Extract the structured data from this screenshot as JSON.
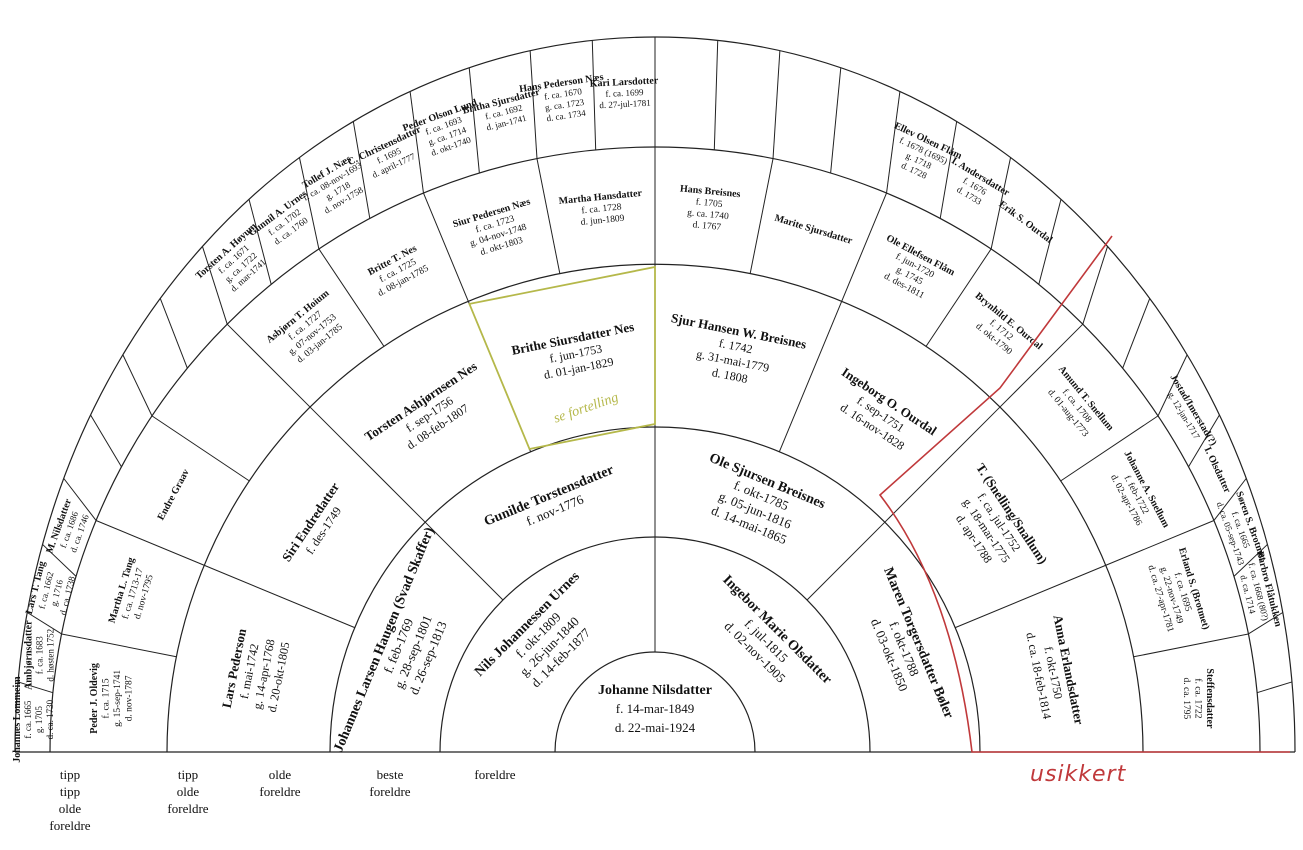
{
  "root": {
    "name": "Johanne Nilsdatter",
    "lines": [
      "f. 14-mar-1849",
      "d. 22-mai-1924"
    ]
  },
  "ring1": [
    {
      "name": "Nils Johannessen Urnes",
      "lines": [
        "f. okt-1809",
        "g. 26-jun-1840",
        "d. 14-feb-1877"
      ]
    },
    {
      "name": "Ingebor Marie Olsdatter",
      "lines": [
        "f. jul-1815",
        "d. 02-nov-1905"
      ]
    }
  ],
  "ring2": [
    {
      "name": "Johannes Larsen Haugen (Svad Skaffer)",
      "lines": [
        "f. feb-1769",
        "g. 28-sep-1801",
        "d. 26-sep-1813"
      ]
    },
    {
      "name": "Gunilde Torstensdatter",
      "lines": [
        "f. nov-1776"
      ]
    },
    {
      "name": "Ole Sjursen Breisnes",
      "lines": [
        "f. okt-1785",
        "g. 05-jun-1816",
        "d. 14-mai-1865"
      ]
    },
    {
      "name": "Maren Torgersdatter Bøler",
      "lines": [
        "f. okt-1788",
        "d. 03-okt-1850"
      ]
    }
  ],
  "ring3": [
    {
      "name": "Lars Pederson",
      "lines": [
        "f. mai-1742",
        "g. 14-apr-1768",
        "d. 20-okt-1805"
      ]
    },
    {
      "name": "Siri Endredatter",
      "lines": [
        "f. des-1749"
      ]
    },
    {
      "name": "Torsten Ashjørnsen Nes",
      "lines": [
        "f. sep-1756",
        "d. 08-feb-1807"
      ]
    },
    {
      "name": "Brithe Siursdatter Nes",
      "lines": [
        "f. jun-1753",
        "d. 01-jan-1829"
      ]
    },
    {
      "name": "Sjur Hansen W. Breisnes",
      "lines": [
        "f. 1742",
        "g. 31-mai-1779",
        "d. 1808"
      ]
    },
    {
      "name": "Ingeborg O. Ourdal",
      "lines": [
        "f. sep-1751",
        "d. 16-nov-1828"
      ]
    },
    {
      "name": "T. (Snelling/Snallum)",
      "lines": [
        "f. ca. jul-1752",
        "g. 18-mar-1775",
        "d. apr-1788"
      ]
    },
    {
      "name": "Anna Erlandsdatter",
      "lines": [
        "f. okt-1750",
        "d. ca. 18-feb-1814"
      ]
    }
  ],
  "ring4": [
    {
      "name": "Peder J. Oldevig",
      "lines": [
        "f. ca. 1715",
        "g. 15-sep-1741",
        "d. nov-1787"
      ]
    },
    {
      "name": "Martha L. Tang",
      "lines": [
        "f. ca. 1713-17",
        "d. nov-1795"
      ]
    },
    {
      "name": "Endre Graav",
      "lines": []
    },
    {
      "name": "",
      "lines": []
    },
    {
      "name": "Asbjørn T. Hoium",
      "lines": [
        "f. ca. 1727",
        "g. 07-nov-1753",
        "d. 03-jan-1785"
      ]
    },
    {
      "name": "Britte T. Nes",
      "lines": [
        "f. ca. 1725",
        "d. 08-jan-1785"
      ]
    },
    {
      "name": "Siur Pedersen Næs",
      "lines": [
        "f. ca. 1723",
        "g. 04-nov-1748",
        "d. okt-1803"
      ]
    },
    {
      "name": "Martha Hansdatter",
      "lines": [
        "f. ca. 1728",
        "d. jun-1809"
      ]
    },
    {
      "name": "Hans Breisnes",
      "lines": [
        "f. 1705",
        "g. ca. 1740",
        "d. 1767"
      ]
    },
    {
      "name": "Marite Sjursdatter",
      "lines": []
    },
    {
      "name": "Ole Ellefsen Flåm",
      "lines": [
        "f. jun-1720",
        "g. 1745",
        "d. des-1811"
      ]
    },
    {
      "name": "Brynhild E. Ourdal",
      "lines": [
        "f. 1712",
        "d. okt-1790"
      ]
    },
    {
      "name": "Amund T. Snellum",
      "lines": [
        "f. ca. 1708",
        "d. 01-aug-1773"
      ]
    },
    {
      "name": "Johanne A. Snellum",
      "lines": [
        "f. feb-1722",
        "d. 02-apr-1786"
      ]
    },
    {
      "name": "Erland S. (Brotmet)",
      "lines": [
        "f. ca. 1695",
        "g. 22-nov-1749",
        "d. ca. 27-apr-1781"
      ]
    },
    {
      "name": "Steffensdatter",
      "lines": [
        "f. ca. 1722",
        "d. ca. 1795"
      ]
    }
  ],
  "ring5": [
    {
      "name": "Johannes Lommeim",
      "lines": [
        "f. ca. 1665",
        "g. 1705",
        "d. ca. 1730"
      ]
    },
    {
      "name": "Ambjørnsdatter",
      "lines": [
        "f. ca. 1683",
        "d. høsten 1752"
      ]
    },
    {
      "name": "Lars T. Tang",
      "lines": [
        "f. ca. 1662",
        "g. 1716",
        "d. ca. 1738"
      ]
    },
    {
      "name": "M. Nilsdatter",
      "lines": [
        "f. ca. 1686",
        "d. ca. 1746"
      ]
    },
    {
      "name": "",
      "lines": []
    },
    {
      "name": "",
      "lines": []
    },
    {
      "name": "",
      "lines": []
    },
    {
      "name": "",
      "lines": []
    },
    {
      "name": "Torsten A. Høyum",
      "lines": [
        "f. ca. 1671",
        "g. ca. 1722",
        "d. mar-1741"
      ]
    },
    {
      "name": "Gunnil A. Urnes",
      "lines": [
        "f. ca. 1702",
        "d. ca. 1760"
      ]
    },
    {
      "name": "Tollef J. Næs",
      "lines": [
        "f. ca. 08-nov-1693",
        "g. 1718",
        "d. nov-1758"
      ]
    },
    {
      "name": "C. Christensdatter",
      "lines": [
        "f. 1695",
        "d. april-1777"
      ]
    },
    {
      "name": "Peder Olson Lund",
      "lines": [
        "f. ca. 1693",
        "g. ca. 1714",
        "d. okt-1740"
      ]
    },
    {
      "name": "Britha Sjursdatter",
      "lines": [
        "f. ca. 1692",
        "d. jan-1741"
      ]
    },
    {
      "name": "Hans Pederson Næs",
      "lines": [
        "f. ca. 1670",
        "g. ca. 1723",
        "d. ca. 1734"
      ]
    },
    {
      "name": "Kari Larsdotter",
      "lines": [
        "f. ca. 1699",
        "d. 27-jul-1781"
      ]
    },
    {
      "name": "",
      "lines": []
    },
    {
      "name": "",
      "lines": []
    },
    {
      "name": "",
      "lines": []
    },
    {
      "name": "",
      "lines": []
    },
    {
      "name": "Ellev Olsen Flåm",
      "lines": [
        "f. 1678 (1695)",
        "g. 1718",
        "d. 1728"
      ]
    },
    {
      "name": "I. Andersdatter",
      "lines": [
        "f. 1676",
        "d. 1733"
      ]
    },
    {
      "name": "Erik S. Ourdal",
      "lines": []
    },
    {
      "name": "",
      "lines": []
    },
    {
      "name": "",
      "lines": []
    },
    {
      "name": "",
      "lines": []
    },
    {
      "name": "Jostad/Imerstad(?)",
      "lines": [
        "g. 12-jan-1717"
      ]
    },
    {
      "name": "I. Olsdatter",
      "lines": []
    },
    {
      "name": "Søren S. Brotmet",
      "lines": [
        "f. ca. 1665",
        "d. ca. 05-sep-1743"
      ]
    },
    {
      "name": "Barbro Flåtukken",
      "lines": [
        "f. ca. 1668 (80?)",
        "d. ca. 1714"
      ]
    },
    {
      "name": "",
      "lines": []
    },
    {
      "name": "",
      "lines": []
    }
  ],
  "generation_labels": [
    [
      "tipp",
      "tipp",
      "olde",
      "foreldre"
    ],
    [
      "tipp",
      "olde",
      "foreldre"
    ],
    [
      "olde",
      "foreldre"
    ],
    [
      "beste",
      "foreldre"
    ],
    [
      "foreldre"
    ]
  ],
  "annotations": {
    "brithe_note": "se fortelling",
    "uncertain_note": "usikkert"
  },
  "colors": {
    "ink": "#111111",
    "lines": "#222222",
    "highlight": "#b5b84a",
    "uncertain": "#c0393b"
  }
}
